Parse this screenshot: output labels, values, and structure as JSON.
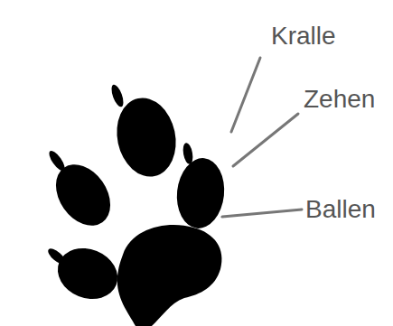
{
  "diagram": {
    "labels": [
      "Kralle",
      "Zehen",
      "Ballen"
    ]
  }
}
